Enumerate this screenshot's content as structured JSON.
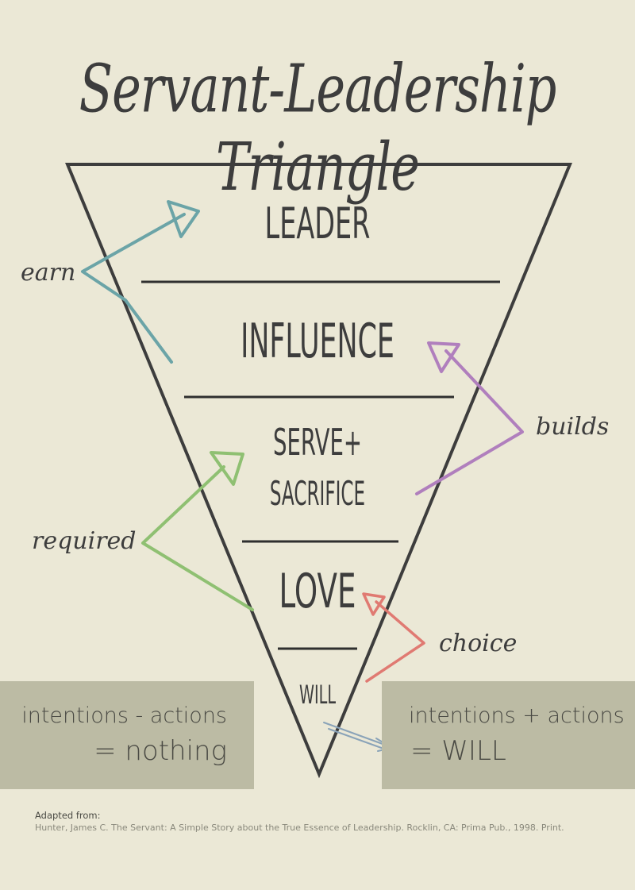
{
  "title": "Servant-Leadership Triangle",
  "levels": {
    "leader": "LEADER",
    "influence": "INFLUENCE",
    "serve": "SERVE+",
    "sacrifice": "SACRIFICE",
    "love": "LOVE",
    "will": "WILL"
  },
  "annotations": {
    "earn": "earn",
    "builds": "builds",
    "required": "required",
    "choice": "choice"
  },
  "equations": {
    "left_line1": "intentions - actions",
    "left_line2": "= nothing",
    "right_line1": "intentions + actions",
    "right_line2": "= WILL"
  },
  "credit": {
    "heading": "Adapted from:",
    "citation": "Hunter, James C. The Servant: A Simple Story about the True Essence of Leadership. Rocklin, CA: Prima Pub., 1998. Print."
  },
  "colors": {
    "background": "#ebe8d6",
    "ink": "#3d3d3d",
    "earn_arrow": "#6ba4a7",
    "builds_arrow": "#b07fbd",
    "required_arrow": "#8fc072",
    "choice_arrow": "#e07a72",
    "will_arrow": "#8aa3b8",
    "box": "#bcbba4"
  },
  "icons": {
    "earn": "arrow-up-right-icon",
    "builds": "arrow-up-left-icon",
    "required": "arrow-up-right-icon",
    "choice": "arrow-up-left-icon",
    "will": "arrow-right-icon"
  }
}
